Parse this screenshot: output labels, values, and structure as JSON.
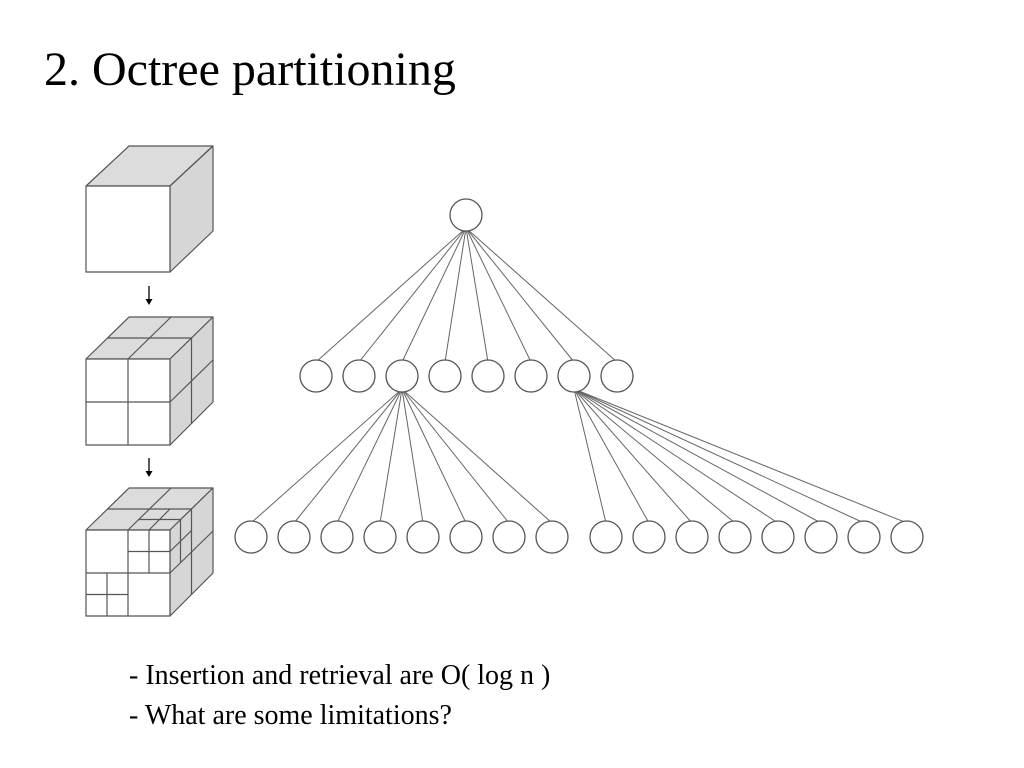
{
  "slide": {
    "title": "2. Octree partitioning"
  },
  "bullets": [
    "- Insertion and retrieval are O( log n )",
    "- What are some limitations?"
  ],
  "tree": {
    "levels": [
      1,
      8,
      16
    ],
    "expanded_level1_children": [
      3,
      7
    ],
    "children_per_node": 8
  },
  "cube_sequence": {
    "stages": [
      "whole cube",
      "subdivided once",
      "subdivided further"
    ]
  },
  "colors": {
    "line": "#555555",
    "cube_face_front": "#ffffff",
    "cube_face_top": "#dcdcdc",
    "cube_face_side": "#d6d6d6"
  }
}
